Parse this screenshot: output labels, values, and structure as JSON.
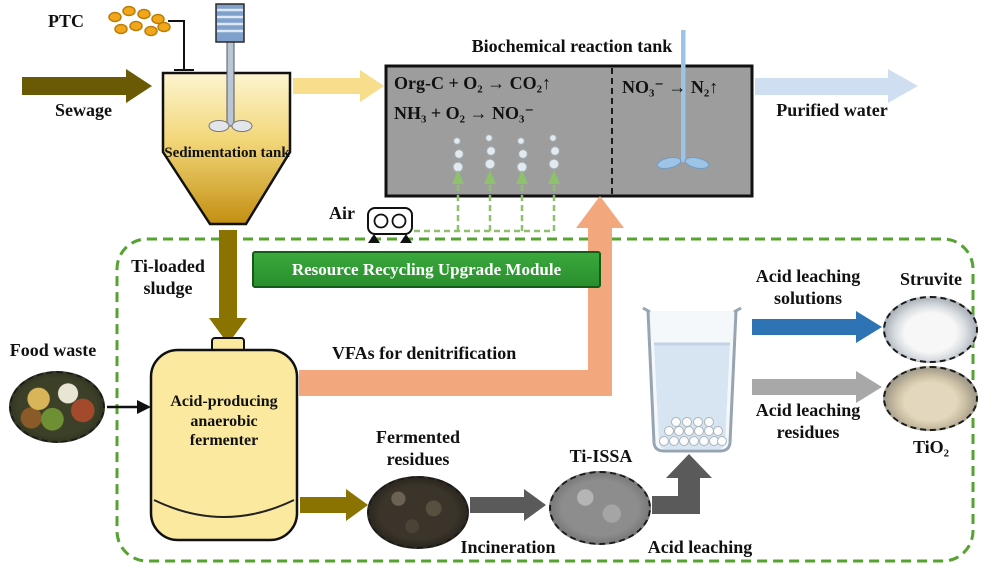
{
  "labels": {
    "ptc": "PTC",
    "sewage": "Sewage",
    "sedimentation_tank": "Sedimentation tank",
    "biochem_tank_title": "Biochemical reaction tank",
    "reaction_1": "Org-C + O₂ → CO₂↑",
    "reaction_2": "NH₃ + O₂ → NO₃⁻",
    "reaction_3": "NO₃⁻ → N₂↑",
    "purified_water": "Purified water",
    "air": "Air",
    "module_title": "Resource Recycling Upgrade Module",
    "ti_loaded_sludge": "Ti-loaded sludge",
    "food_waste": "Food waste",
    "fermenter": "Acid-producing anaerobic fermenter",
    "vfas": "VFAs for denitrification",
    "fermented_residues": "Fermented residues",
    "incineration": "Incineration",
    "ti_issa": "Ti-ISSA",
    "acid_leaching": "Acid leaching",
    "acid_leaching_solutions": "Acid leaching solutions",
    "struvite": "Struvite",
    "acid_leaching_residues": "Acid leaching residues",
    "tio2": "TiO₂"
  },
  "colors": {
    "sewage_arrow": "#6a5a05",
    "influent_arrow": "#f8de8c",
    "purified_arrow": "#cfdff1",
    "vfas_arrow": "#f2a87c",
    "sludge_arrow": "#8a7300",
    "dark_gray_arrow": "#5a5a5a",
    "solutions_arrow": "#2e74b5",
    "residues_arrow": "#a8a8a8",
    "module_green": "#2f9a35",
    "air_green": "#8fc06e",
    "tank_gray": "#9d9d9d"
  }
}
